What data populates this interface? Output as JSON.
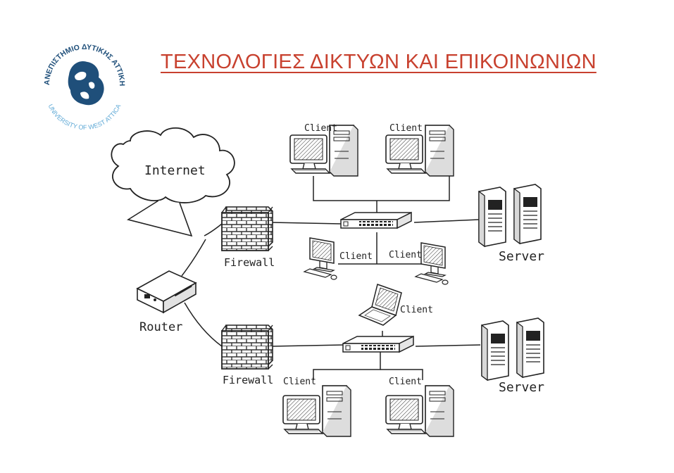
{
  "title": "ΤΕΧΝΟΛΟΓΙΕΣ ΔΙΚΤΥΩΝ ΚΑΙ ΕΠΙΚΟΙΝΩΝΙΩΝ",
  "logo": {
    "top_text": "ΠΑΝΕΠΙΣΤΗΜΙΟ ΔΥΤΙΚΗΣ ΑΤΤΙΚΗΣ",
    "bottom_text": "UNIVERSITY OF WEST ATTICA",
    "color": "#1f4f7a",
    "light_color": "#5fa9d6"
  },
  "labels": {
    "internet": "Internet",
    "router": "Router",
    "firewall_top": "Firewall",
    "firewall_bottom": "Firewall",
    "client": "Client",
    "server_top": "Server",
    "server_bottom": "Server"
  },
  "colors": {
    "title": "#c8412f",
    "ink": "#222222"
  }
}
